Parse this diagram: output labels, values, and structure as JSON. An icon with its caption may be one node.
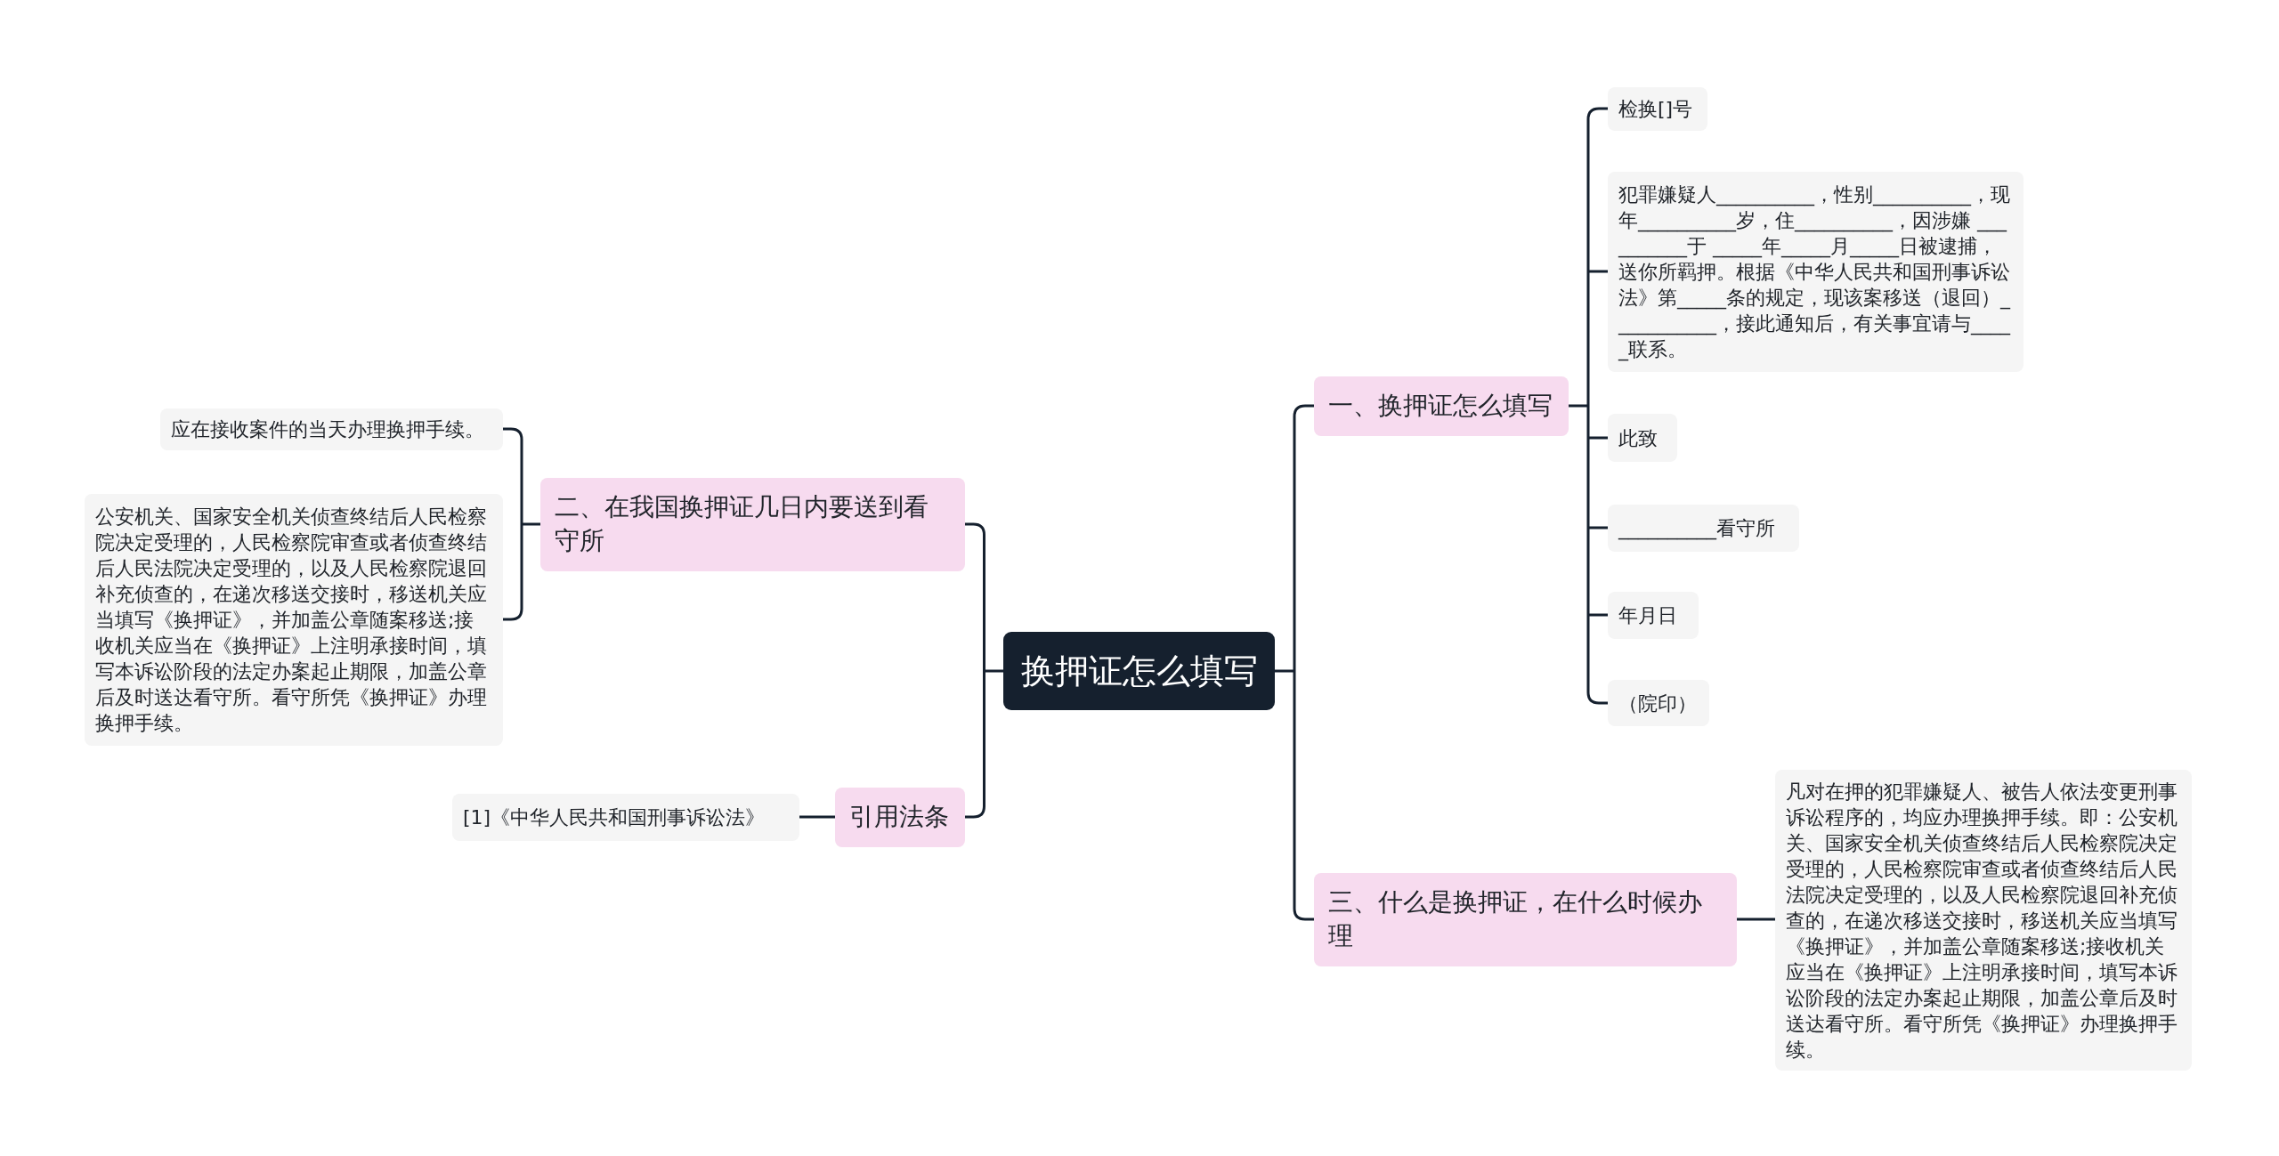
{
  "diagram": {
    "nodes": [
      {
        "text": [
          "换押证怎么填写"
        ]
      },
      {
        "text": [
          "一、换押证怎么填写"
        ]
      },
      {
        "text": [
          "检换[]号"
        ]
      },
      {
        "text": [
          "犯罪嫌疑人__________，性别__________，现年__________岁，住__________，因涉嫌 __________于 _____年_____月_____日被逮捕，送你所羁押。根据《中华人民共和国刑事诉讼法》第_____条的规定，现该案移送（退回）___________，接此通知后，有关事宜请与_____联系。"
        ]
      },
      {
        "text": [
          "此致"
        ]
      },
      {
        "text": [
          "__________看守所"
        ]
      },
      {
        "text": [
          "年月日"
        ]
      },
      {
        "text": [
          "（院印）"
        ]
      },
      {
        "text": [
          "三、什么是换押证，在什么时候办理"
        ]
      },
      {
        "text": [
          "凡对在押的犯罪嫌疑人、被告人依法变更刑事诉讼程序的，均应办理换押手续。即：公安机关、国家安全机关侦查终结后人民检察院决定受理的，人民检察院审查或者侦查终结后人民法院决定受理的，以及人民检察院退回补充侦查的，在递次移送交接时，移送机关应当填写《换押证》，并加盖公章随案移送;接收机关应当在《换押证》上注明承接时间，填写本诉讼阶段的法定办案起止期限，加盖公章后及时送达看守所。看守所凭《换押证》办理换押手续。"
        ]
      },
      {
        "text": [
          "二、在我国换押证几日内要送到看守所"
        ]
      },
      {
        "text": [
          "应在接收案件的当天办理换押手续。"
        ]
      },
      {
        "text": [
          "公安机关、国家安全机关侦查终结后人民检察院决定受理的，人民检察院审查或者侦查终结后人民法院决定受理的，以及人民检察院退回补充侦查的，在递次移送交接时，移送机关应当填写《换押证》，并加盖公章随案移送;接收机关应当在《换押证》上注明承接时间，填写本诉讼阶段的法定办案起止期限，加盖公章后及时送达看守所。看守所凭《换押证》办理换押手续。"
        ]
      },
      {
        "text": [
          "引用法条"
        ]
      },
      {
        "text": [
          "[1]《中华人民共和国刑事诉讼法》"
        ]
      }
    ],
    "edges": [
      {
        "from": 0,
        "to": 1,
        "arrow": "none"
      },
      {
        "from": 1,
        "to": 2,
        "arrow": "none"
      },
      {
        "from": 1,
        "to": 3,
        "arrow": "none"
      },
      {
        "from": 1,
        "to": 4,
        "arrow": "none"
      },
      {
        "from": 1,
        "to": 5,
        "arrow": "none"
      },
      {
        "from": 1,
        "to": 6,
        "arrow": "none"
      },
      {
        "from": 1,
        "to": 7,
        "arrow": "none"
      },
      {
        "from": 0,
        "to": 8,
        "arrow": "none"
      },
      {
        "from": 8,
        "to": 9,
        "arrow": "none"
      },
      {
        "from": 0,
        "to": 10,
        "arrow": "none"
      },
      {
        "from": 10,
        "to": 11,
        "arrow": "none"
      },
      {
        "from": 10,
        "to": 12,
        "arrow": "none"
      },
      {
        "from": 0,
        "to": 13,
        "arrow": "none"
      },
      {
        "from": 13,
        "to": 14,
        "arrow": "none"
      }
    ]
  }
}
